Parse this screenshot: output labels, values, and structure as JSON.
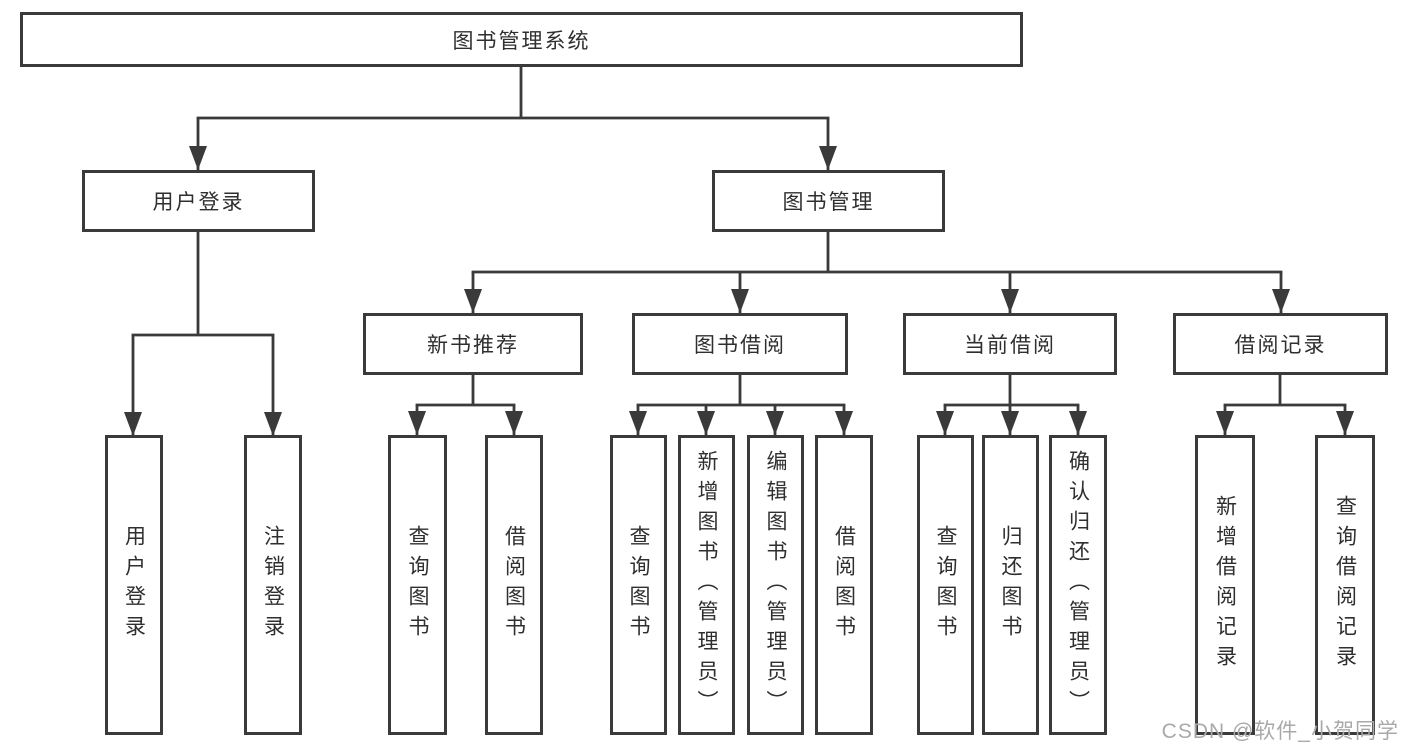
{
  "type": "hierarchy-diagram",
  "colors": {
    "line": "#3a3a3a",
    "box_border": "#3a3a3a",
    "text": "#2f2f2f",
    "watermark": "#a9a9a9",
    "background": "#ffffff"
  },
  "tree": {
    "label": "图书管理系统",
    "children": [
      {
        "label": "用户登录",
        "children": [
          {
            "label": "用户登录"
          },
          {
            "label": "注销登录"
          }
        ]
      },
      {
        "label": "图书管理",
        "children": [
          {
            "label": "新书推荐",
            "children": [
              {
                "label": "查询图书"
              },
              {
                "label": "借阅图书"
              }
            ]
          },
          {
            "label": "图书借阅",
            "children": [
              {
                "label": "查询图书"
              },
              {
                "label": "新增图书（管理员）"
              },
              {
                "label": "编辑图书（管理员）"
              },
              {
                "label": "借阅图书"
              }
            ]
          },
          {
            "label": "当前借阅",
            "children": [
              {
                "label": "查询图书"
              },
              {
                "label": "归还图书"
              },
              {
                "label": "确认归还（管理员）"
              }
            ]
          },
          {
            "label": "借阅记录",
            "children": [
              {
                "label": "新增借阅记录"
              },
              {
                "label": "查询借阅记录"
              }
            ]
          }
        ]
      }
    ]
  },
  "watermark": {
    "text": "CSDN @软件_小贺同学"
  }
}
